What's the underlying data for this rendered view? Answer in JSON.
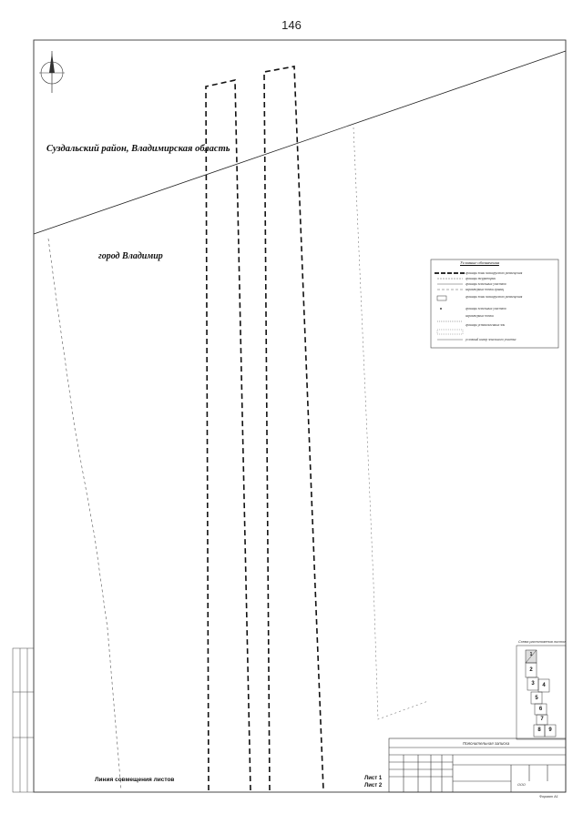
{
  "page_number": "146",
  "labels": {
    "region": "Суздальский район, Владимирская область",
    "city": "город Владимир",
    "joining_line": "Линия совмещения листов",
    "sheet_1": "Лист 1",
    "sheet_2": "Лист 2"
  },
  "legend": {
    "title": "Условные обозначения",
    "items": [
      "границы зоны планируемого размещения",
      "границы территории",
      "границы земельных участков",
      "характерные точки границ",
      "границы зоны планируемого размещения",
      "границы земельных участков",
      "характерные точки",
      "границы установленных зон",
      "условный номер земельного участка"
    ]
  },
  "index_map": {
    "caption": "Схема расположения листов",
    "sheets": [
      "1",
      "2",
      "3",
      "4",
      "5",
      "6",
      "7",
      "8",
      "9"
    ]
  },
  "title_block": {
    "stamp": "Пояснительная записка",
    "org": "ООО",
    "footer": "Формат А1"
  },
  "icons": {
    "north_arrow": "north-arrow-icon"
  }
}
